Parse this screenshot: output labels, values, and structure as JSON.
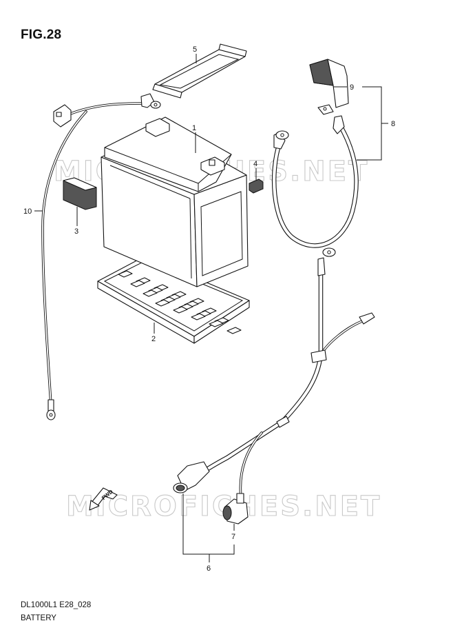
{
  "figure": {
    "title": "FIG.28",
    "code": "DL1000L1 E28_028",
    "name": "BATTERY"
  },
  "watermark": "MICROFICHES.NET",
  "fwd_label": "FWD",
  "callouts": {
    "p1": "1",
    "p2": "2",
    "p3": "3",
    "p4": "4",
    "p5": "5",
    "p6": "6",
    "p7": "7",
    "p8": "8",
    "p9": "9",
    "p10": "10"
  }
}
